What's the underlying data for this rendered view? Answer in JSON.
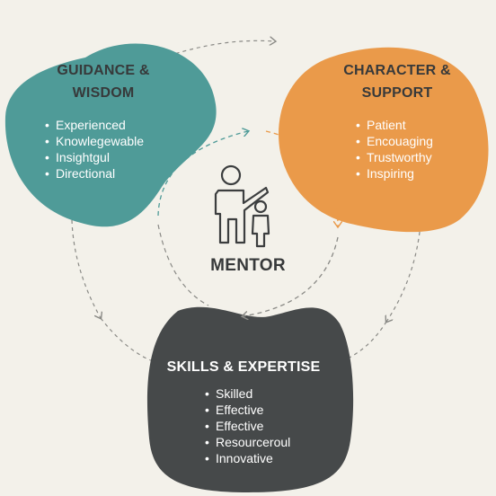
{
  "center": {
    "label": "MENTOR",
    "icon": "mentor-child-icon"
  },
  "guidance": {
    "title_line1": "GUIDANCE &",
    "title_line2": "WISDOM",
    "items": [
      "Experienced",
      "Knowlegewable",
      "Insightgul",
      "Directional"
    ],
    "color": "#4f9b98"
  },
  "character": {
    "title_line1": "CHARACTER &",
    "title_line2": "SUPPORT",
    "items": [
      "Patient",
      "Encouaging",
      "Trustworthy",
      "Inspiring"
    ],
    "color": "#ea9a4a"
  },
  "skills": {
    "title": "SKILLS & EXPERTISE",
    "items": [
      "Skilled",
      "Effective",
      "Effective",
      "Resourceroul",
      "Innovative"
    ],
    "color": "#46494a"
  },
  "colors": {
    "background": "#f3f1ea",
    "dark_text": "#37393a",
    "white_text": "#ffffff",
    "arrow_gray": "#8a8a86"
  }
}
